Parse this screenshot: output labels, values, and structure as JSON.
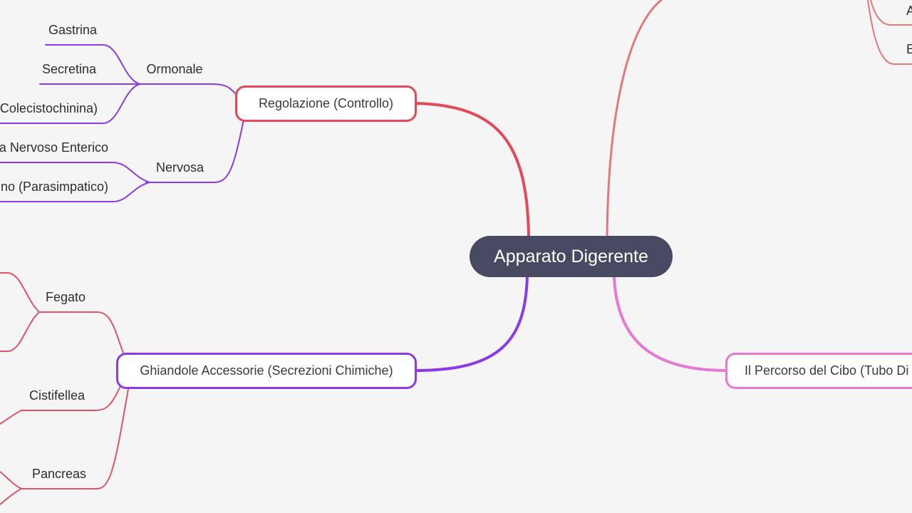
{
  "root": {
    "label": "Apparato Digerente"
  },
  "colors": {
    "background": "#f5f5f5",
    "root_fill": "#484a63",
    "regolazione": "#e24a5a",
    "ghiandole": "#8b3be6",
    "percorso": "#e679d3",
    "top_branch": "#e07a7a",
    "accessory_children": "#e05566"
  },
  "branches": {
    "regolazione": {
      "label": "Regolazione (Controllo)",
      "ormonale": {
        "label": "Ormonale",
        "items": [
          "Gastrina",
          "Secretina",
          "Colecistochinina)"
        ]
      },
      "nervosa": {
        "label": "Nervosa",
        "items": [
          "a Nervoso Enterico",
          "no (Parasimpatico)"
        ]
      }
    },
    "ghiandole": {
      "label": "Ghiandole Accessorie (Secrezioni Chimiche)",
      "children": [
        "Fegato",
        "Cistifellea",
        "Pancreas"
      ]
    },
    "percorso": {
      "label": "Il Percorso del Cibo (Tubo Di"
    },
    "top_right": {
      "items": [
        "A",
        "E"
      ]
    }
  }
}
